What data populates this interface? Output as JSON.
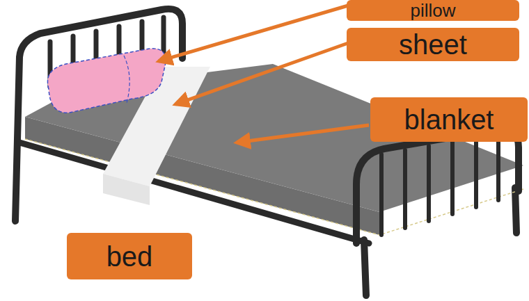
{
  "diagram": {
    "nodes": [
      {
        "text": [
          "pillow"
        ]
      },
      {
        "text": [
          "sheet"
        ]
      },
      {
        "text": [
          "blanket"
        ]
      },
      {
        "text": [
          "bed"
        ]
      }
    ]
  }
}
